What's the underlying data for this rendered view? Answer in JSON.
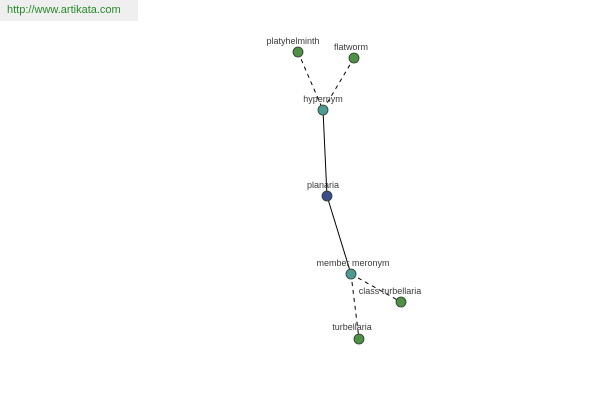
{
  "site_url": "http://www.artikata.com",
  "colors": {
    "leaf": "#4f8f46",
    "relation": "#4f9a94",
    "center": "#3b4e8c"
  },
  "graph": {
    "nodes": [
      {
        "id": "platyhelminth",
        "label": "platyhelminth",
        "kind": "leaf"
      },
      {
        "id": "flatworm",
        "label": "flatworm",
        "kind": "leaf"
      },
      {
        "id": "hypernym",
        "label": "hypernym",
        "kind": "relation"
      },
      {
        "id": "planaria",
        "label": "planaria",
        "kind": "center"
      },
      {
        "id": "member-meronym",
        "label": "member meronym",
        "kind": "relation"
      },
      {
        "id": "class-turbellaria",
        "label": "class turbellaria",
        "kind": "leaf"
      },
      {
        "id": "turbellaria",
        "label": "turbellaria",
        "kind": "leaf"
      }
    ],
    "edges": [
      {
        "from": "platyhelminth",
        "to": "hypernym",
        "style": "dashed"
      },
      {
        "from": "flatworm",
        "to": "hypernym",
        "style": "dashed"
      },
      {
        "from": "hypernym",
        "to": "planaria",
        "style": "solid"
      },
      {
        "from": "planaria",
        "to": "member-meronym",
        "style": "solid"
      },
      {
        "from": "member-meronym",
        "to": "class-turbellaria",
        "style": "dashed"
      },
      {
        "from": "member-meronym",
        "to": "turbellaria",
        "style": "dashed"
      }
    ]
  }
}
